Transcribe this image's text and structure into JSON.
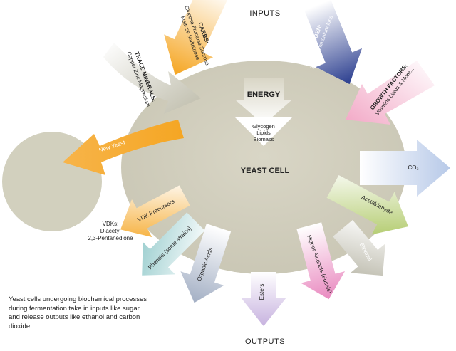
{
  "headers": {
    "inputs": "INPUTS",
    "outputs": "OUTPUTS"
  },
  "cell": {
    "title": "YEAST CELL",
    "energy": "ENERGY",
    "storage": [
      "Glycogen",
      "Lipids",
      "Biomass"
    ]
  },
  "inputs": {
    "carbs": [
      "CARBS:",
      "Glucose Fructose Sucrose",
      "Maltose Maltotriose"
    ],
    "trace": [
      "TRACE MINERALS:",
      "Copper Zinc Magnesium"
    ],
    "nitrogen": [
      "NITROGEN:",
      "FAN or Ammonium Ions"
    ],
    "growth": [
      "GROWTH FACTORS:",
      "Vitamins Lipids & More..."
    ]
  },
  "outputs": {
    "new_yeast": "New Yeast",
    "co2": "CO₂",
    "acetaldehyde": "Acetaldehyde",
    "ethanol": "Ethanol",
    "higher_alcohols": "Higher Alcohols (Fusels)",
    "esters": "Esters",
    "organic_acids": "Organic Acids",
    "phenols": "Phenols (some strains)",
    "vdk_precursors": "VDK Precursors"
  },
  "vdks": [
    "VDKs:",
    "Diacetyl",
    "2,3-Pentanedione"
  ],
  "caption": "Yeast cells undergoing biochemical processes during fermentation take in inputs like sugar and release outputs like ethanol and carbon dioxide.",
  "colors": {
    "cell": "#d8d6c8",
    "carbs": "#f5a623",
    "trace": "#b5b3a3",
    "nitrogen": "#2b3e8f",
    "growth": "#f2b8cf",
    "new_yeast": "#f5a623",
    "co2": "#b7c9e8",
    "acetaldehyde": "#a8c45a",
    "ethanol": "#b5b3a3",
    "higher_alcohols": "#e98ac0",
    "esters": "#c7b3df",
    "organic_acids": "#a3afc4",
    "phenols": "#8fc8c9",
    "vdk_precursors": "#f5a623"
  }
}
